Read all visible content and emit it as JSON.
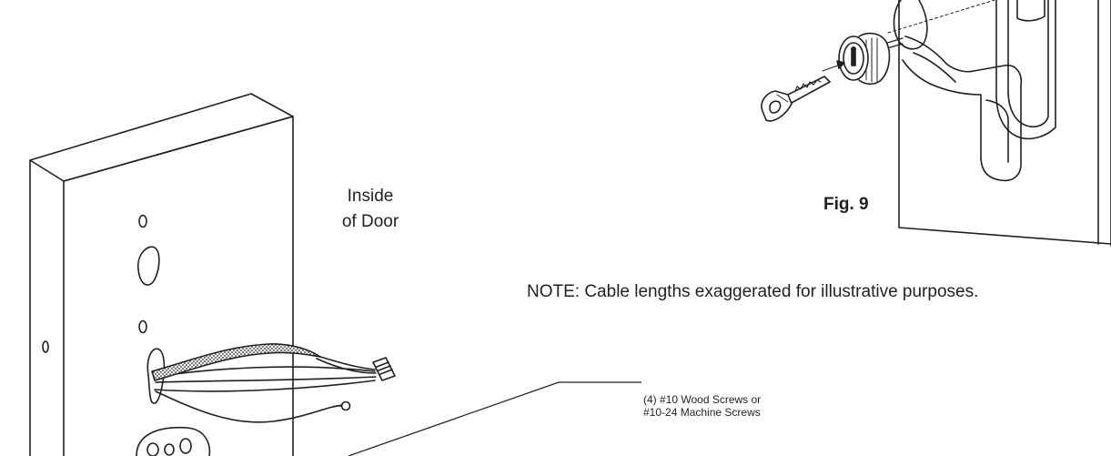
{
  "labels": {
    "inside_line1": "Inside",
    "inside_line2": "of Door",
    "figure": "Fig. 9",
    "note": "NOTE: Cable lengths exaggerated for illustrative purposes.",
    "screws_line1": "(4) #10 Wood Screws or",
    "screws_line2": "#10-24 Machine Screws"
  },
  "icons": {
    "left_drawing": "door-edge-with-bore-holes-and-cables",
    "right_drawing": "lever-lock-with-key-cylinder"
  },
  "colors": {
    "ink": "#231f20",
    "background": "#ffffff"
  }
}
